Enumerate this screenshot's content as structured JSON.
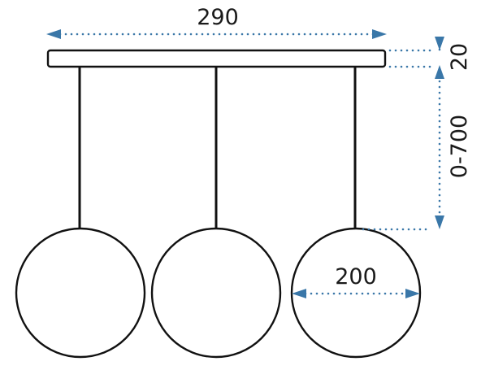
{
  "dimensions": {
    "canopy_width": "290",
    "canopy_height": "20",
    "cable_length": "0-700",
    "globe_diameter": "200"
  },
  "colors": {
    "line": "#111111",
    "dimension": "#3a77a8",
    "background": "#ffffff"
  }
}
